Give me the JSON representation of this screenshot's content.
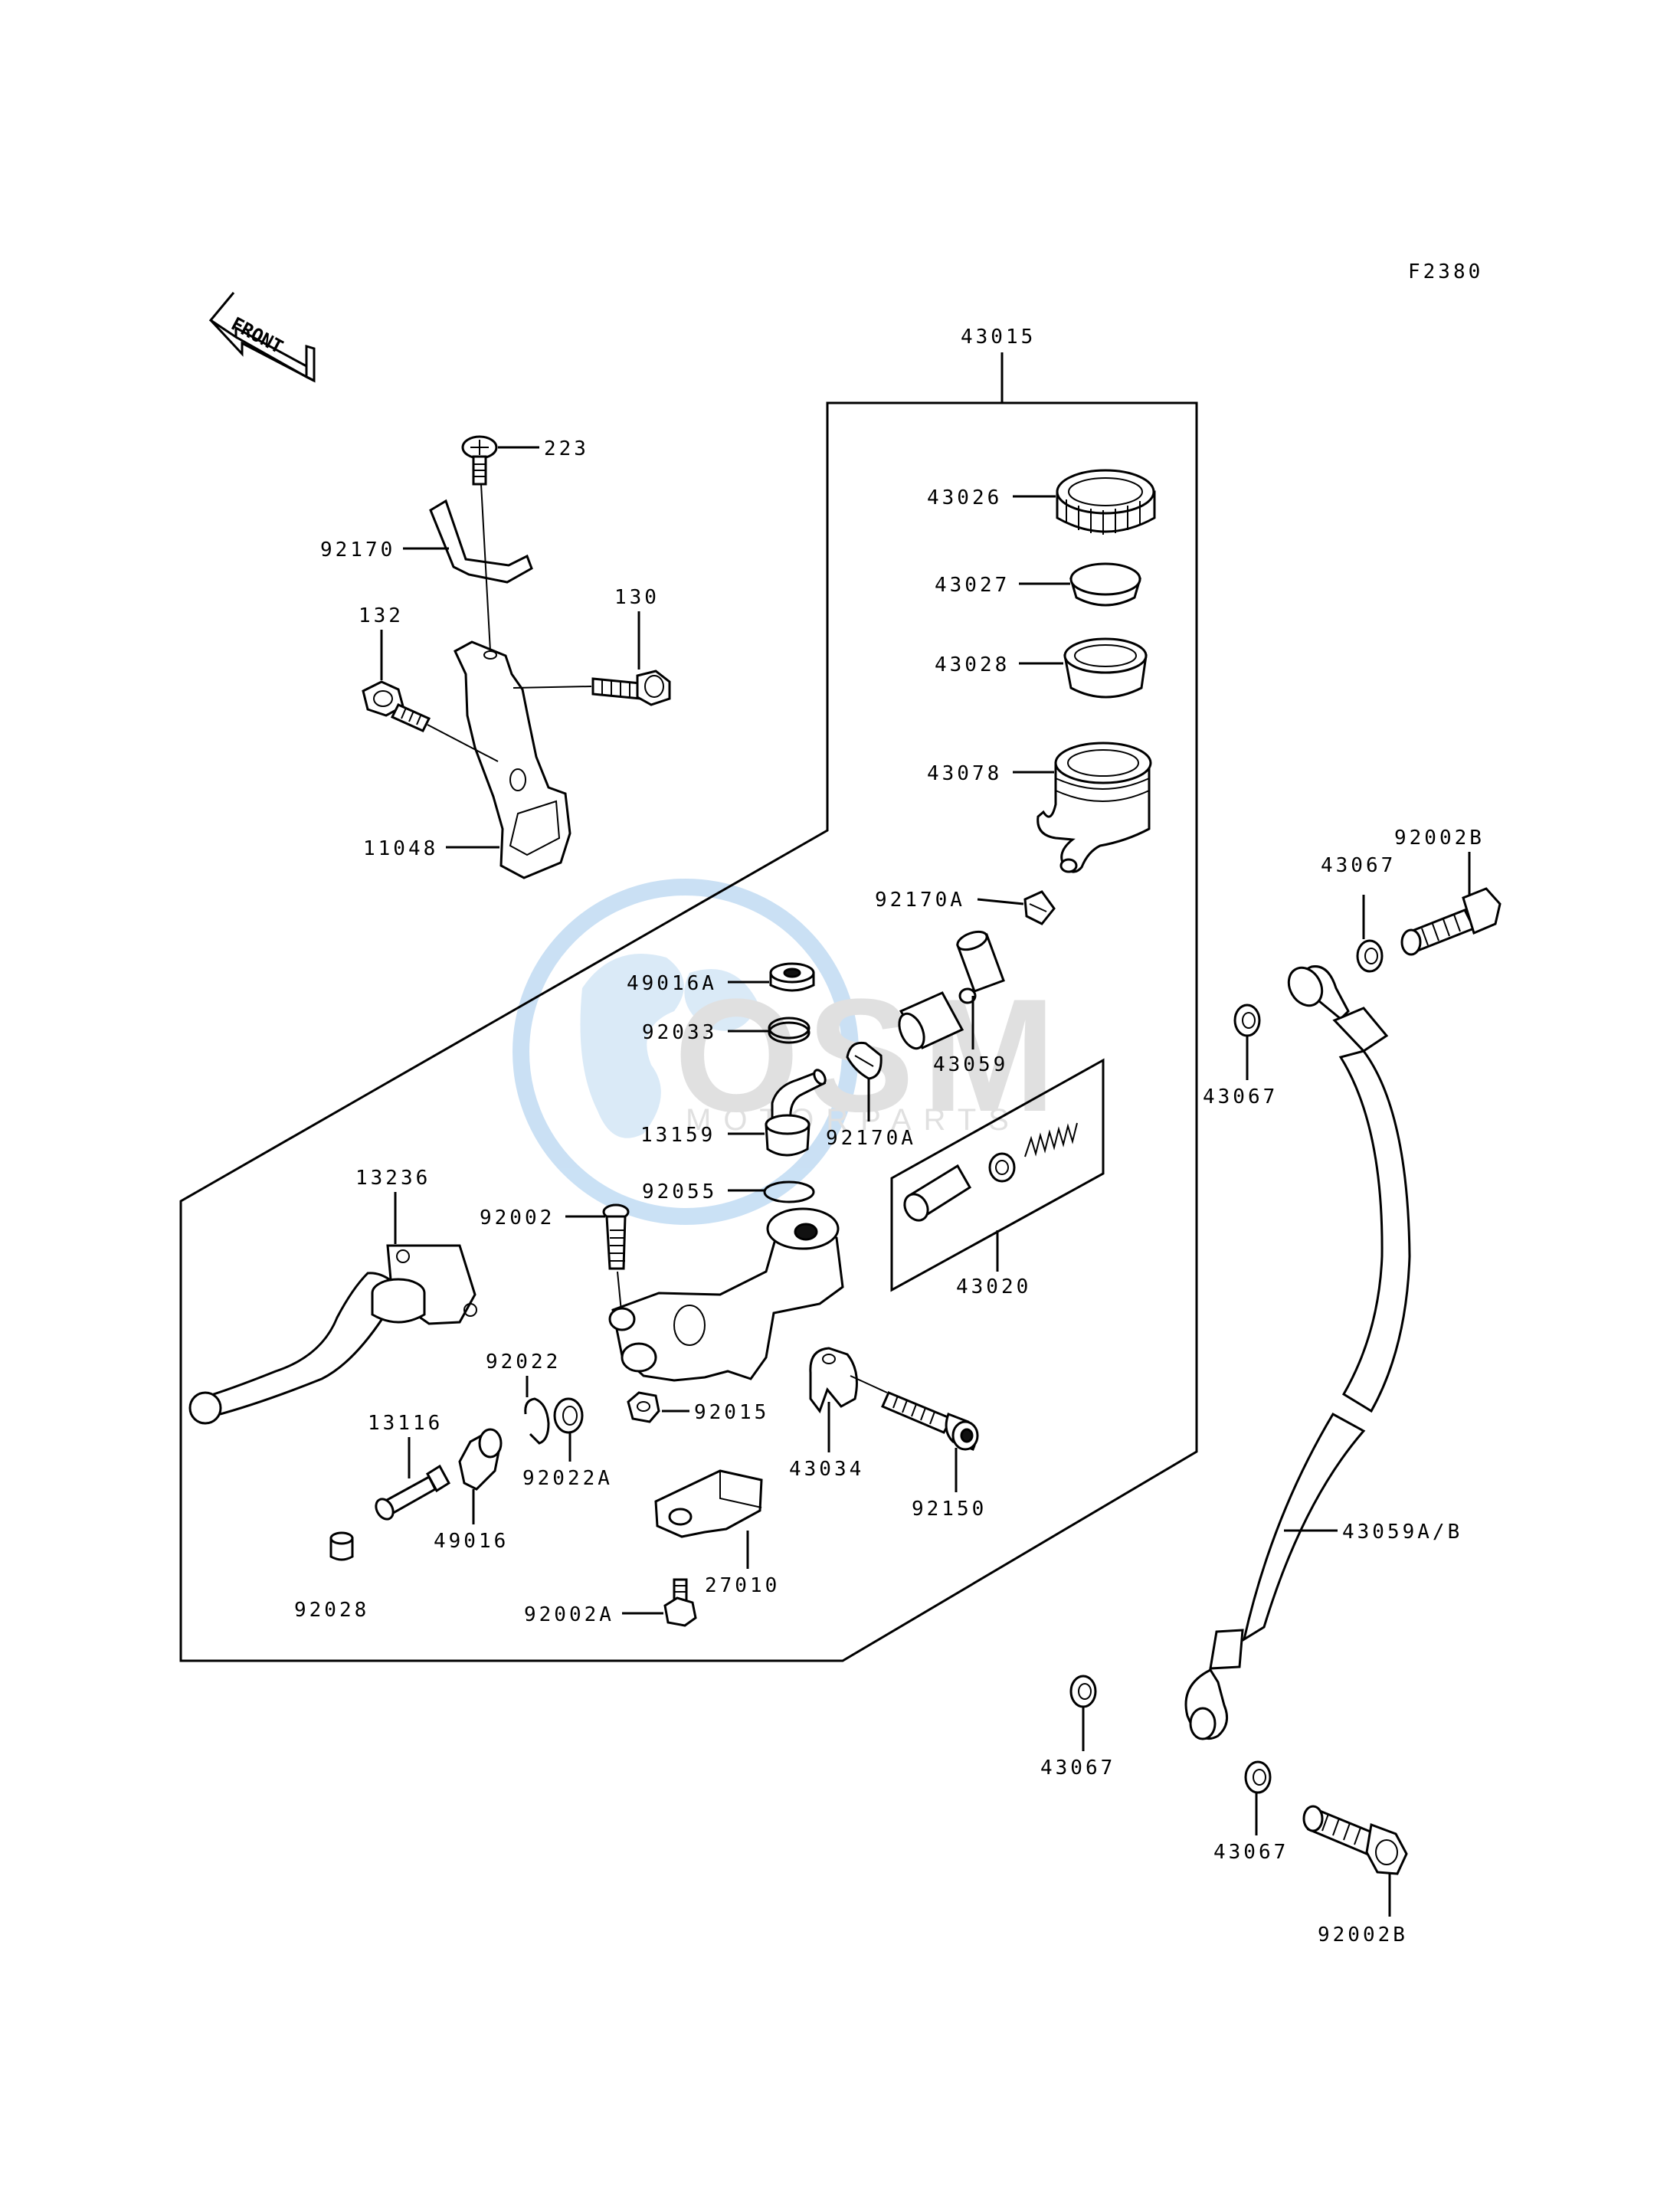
{
  "figure_code": "F2380",
  "front_arrow_text": "FRONT",
  "watermark": {
    "brand": "OSM",
    "sub": "MOTORPARTS",
    "globe_color": "#9fc8ec",
    "text_color": "#bcbcbc"
  },
  "parts": {
    "assembly": "43015",
    "cap": "43026",
    "plate": "43027",
    "diaphragm": "43028",
    "reservoir": "43078",
    "clamp_a": "92170A",
    "clamp_a2": "92170A",
    "hose": "43059",
    "grommet_a": "49016A",
    "circlip": "92033",
    "fitting": "13159",
    "oring": "92055",
    "piston_kit": "43020",
    "screw": "223",
    "bracket_clamp": "92170",
    "bolt_132": "132",
    "bolt_130": "130",
    "bracket": "11048",
    "lever": "13236",
    "pivot_bolt": "92002",
    "circlip_b": "92022",
    "washer_a": "92022A",
    "nut": "92015",
    "holder": "43034",
    "bolt_long": "92150",
    "pushrod": "13116",
    "boot": "49016",
    "cap_small": "92028",
    "switch": "27010",
    "screw_a": "92002A",
    "hose_long": "43059A/B",
    "washer_1": "43067",
    "washer_2": "43067",
    "washer_3": "43067",
    "washer_4": "43067",
    "banjo_top": "92002B",
    "banjo_bottom": "92002B"
  }
}
